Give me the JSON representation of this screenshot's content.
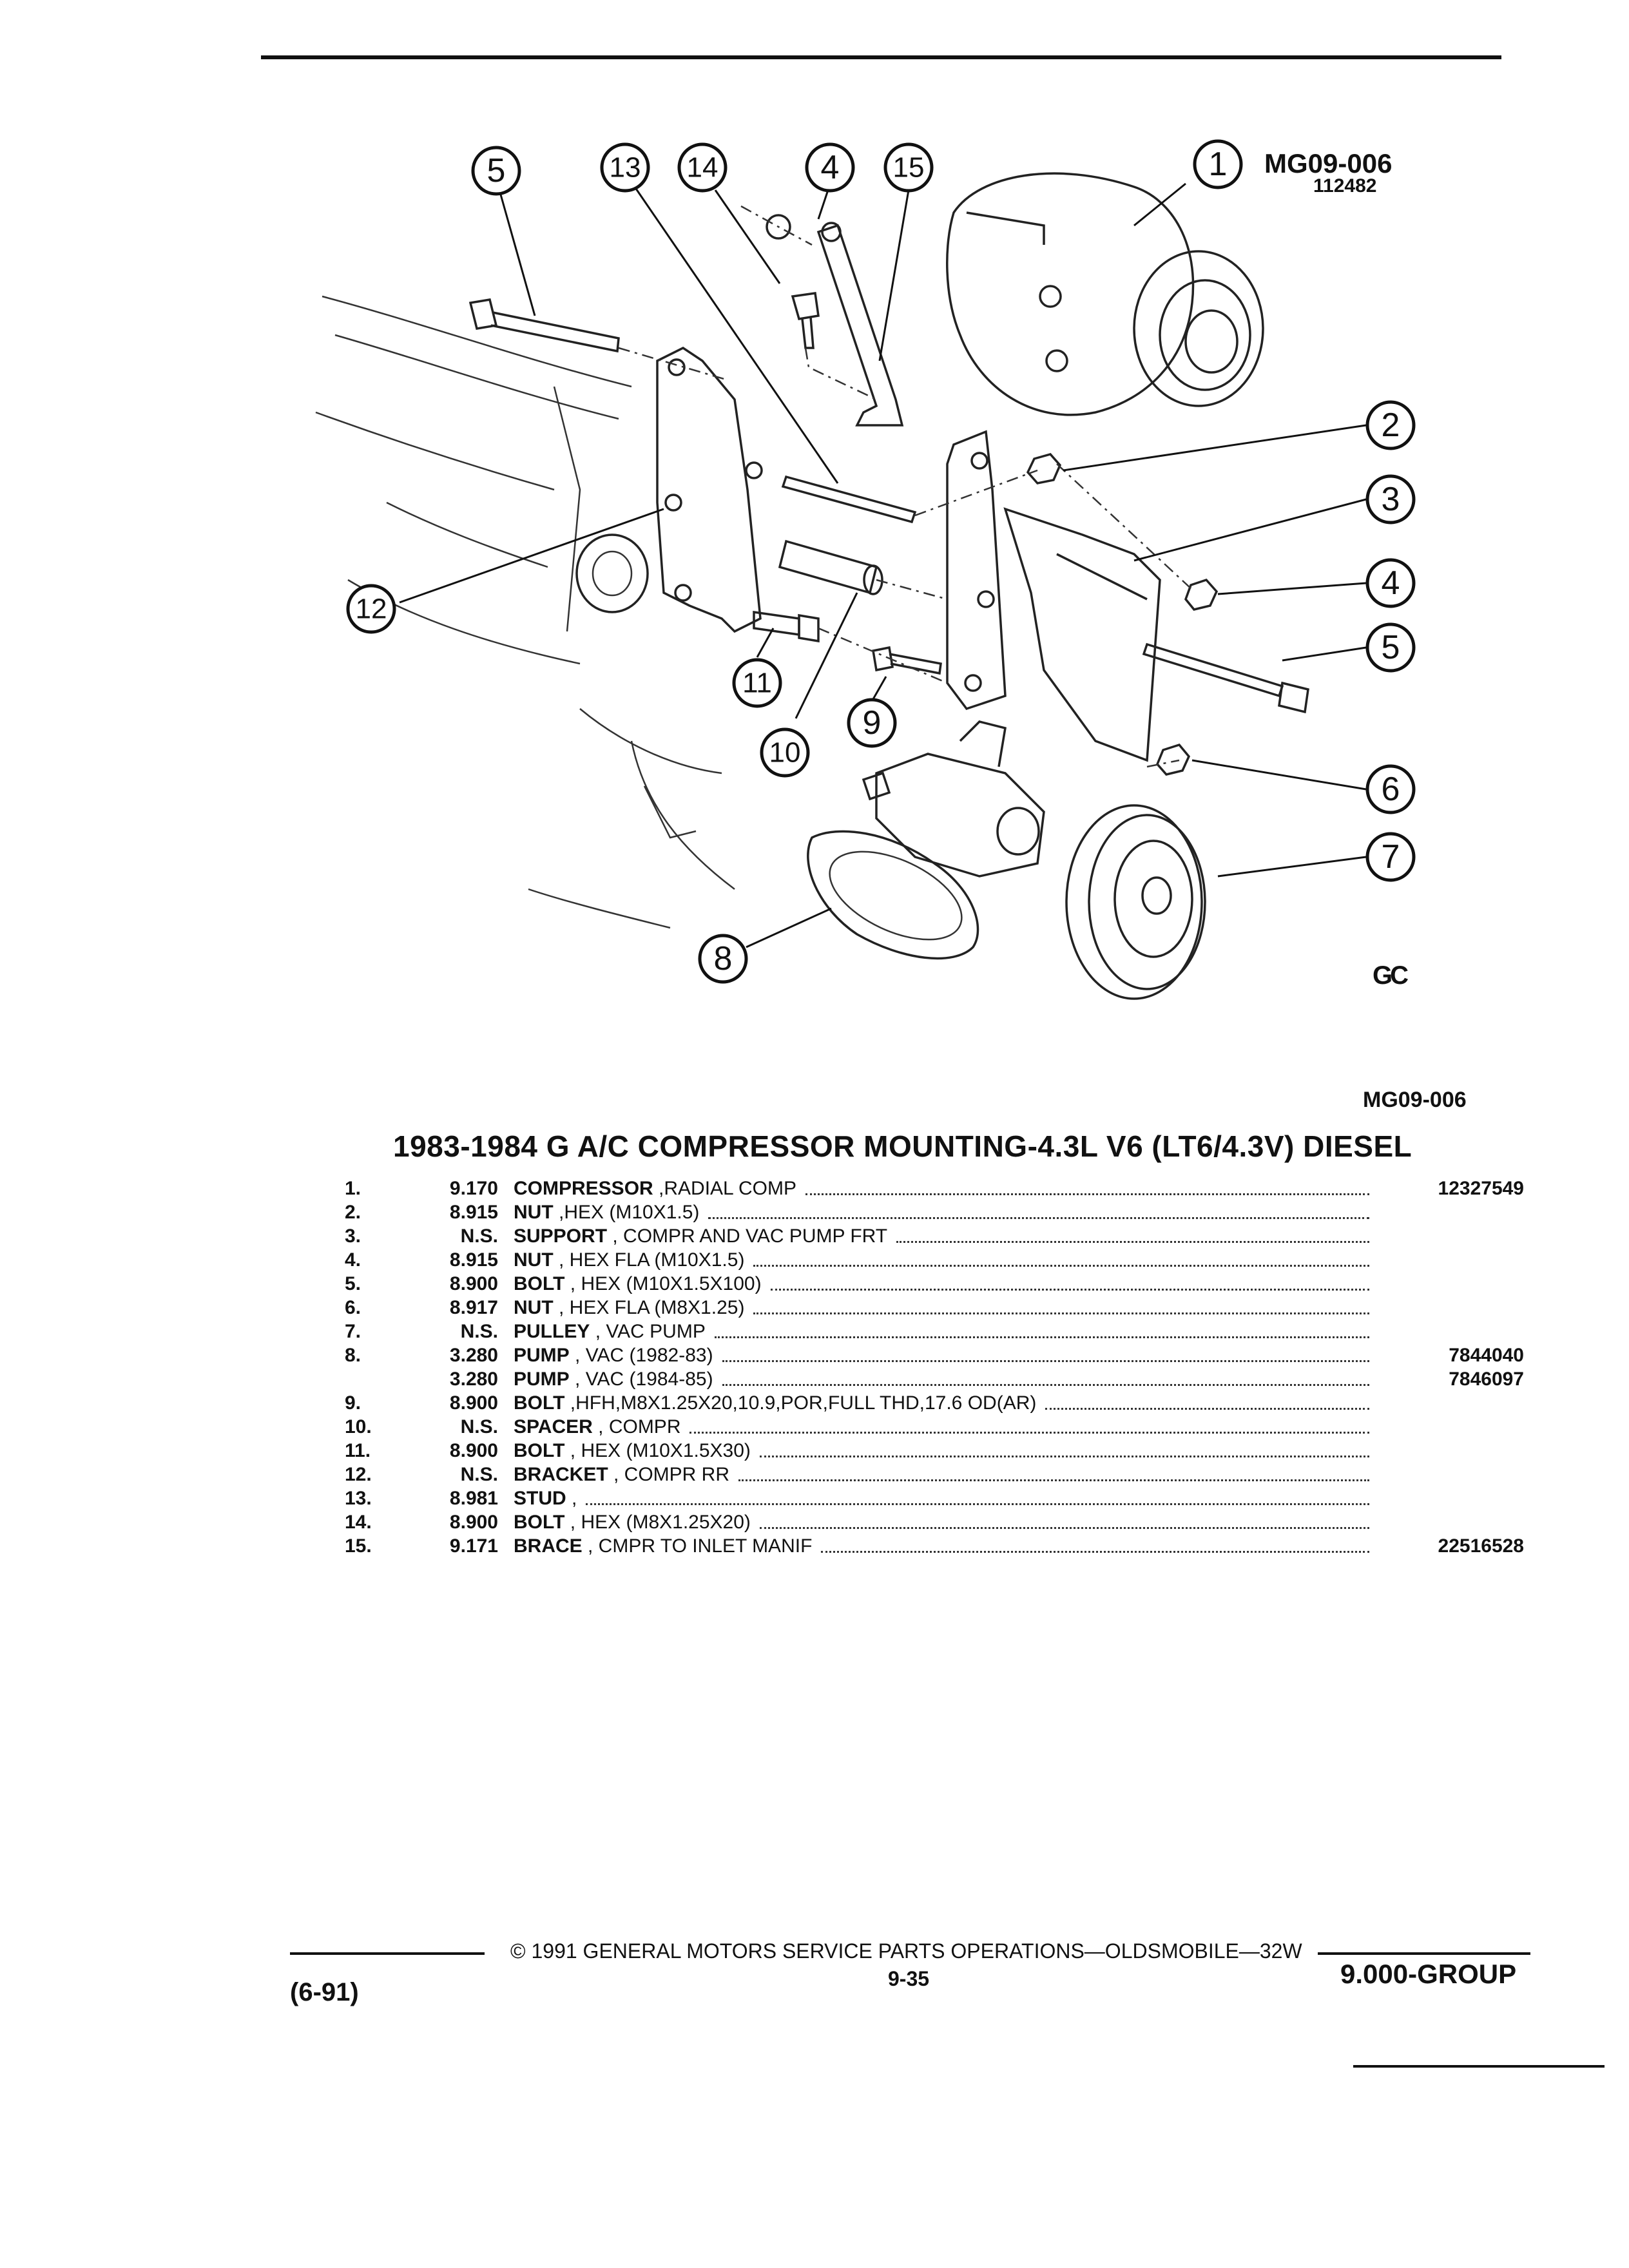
{
  "figure": {
    "id": "MG09-006",
    "number": "112482",
    "code": "MG09-006",
    "logo": "GC",
    "callouts": [
      "1",
      "2",
      "3",
      "4",
      "5",
      "6",
      "7",
      "8",
      "9",
      "10",
      "11",
      "12",
      "13",
      "14",
      "15"
    ]
  },
  "section_title": "1983-1984 G A/C COMPRESSOR MOUNTING-4.3L V6 (LT6/4.3V) DIESEL",
  "parts": [
    {
      "idx": "1.",
      "group": "9.170",
      "name": "COMPRESSOR",
      "detail": " ,RADIAL COMP",
      "part_no": "12327549"
    },
    {
      "idx": "2.",
      "group": "8.915",
      "name": "NUT",
      "detail": " ,HEX (M10X1.5)",
      "part_no": ""
    },
    {
      "idx": "3.",
      "group": "N.S.",
      "name": "SUPPORT",
      "detail": " , COMPR AND VAC PUMP FRT",
      "part_no": ""
    },
    {
      "idx": "4.",
      "group": "8.915",
      "name": "NUT",
      "detail": " , HEX FLA (M10X1.5)",
      "part_no": ""
    },
    {
      "idx": "5.",
      "group": "8.900",
      "name": "BOLT",
      "detail": " , HEX (M10X1.5X100)",
      "part_no": ""
    },
    {
      "idx": "6.",
      "group": "8.917",
      "name": "NUT",
      "detail": " , HEX FLA (M8X1.25)",
      "part_no": ""
    },
    {
      "idx": "7.",
      "group": "N.S.",
      "name": "PULLEY",
      "detail": " , VAC PUMP",
      "part_no": ""
    },
    {
      "idx": "8.",
      "group": "3.280",
      "name": "PUMP",
      "detail": " , VAC (1982-83)",
      "part_no": "7844040"
    },
    {
      "idx": "",
      "group": "3.280",
      "name": "PUMP",
      "detail": " , VAC (1984-85)",
      "part_no": "7846097"
    },
    {
      "idx": "9.",
      "group": "8.900",
      "name": "BOLT",
      "detail": " ,HFH,M8X1.25X20,10.9,POR,FULL THD,17.6 OD(AR)",
      "part_no": ""
    },
    {
      "idx": "10.",
      "group": "N.S.",
      "name": "SPACER",
      "detail": " , COMPR",
      "part_no": ""
    },
    {
      "idx": "11.",
      "group": "8.900",
      "name": "BOLT",
      "detail": " , HEX (M10X1.5X30)",
      "part_no": ""
    },
    {
      "idx": "12.",
      "group": "N.S.",
      "name": "BRACKET",
      "detail": " , COMPR RR",
      "part_no": ""
    },
    {
      "idx": "13.",
      "group": "8.981",
      "name": "STUD",
      "detail": " ,",
      "part_no": ""
    },
    {
      "idx": "14.",
      "group": "8.900",
      "name": "BOLT",
      "detail": " , HEX (M8X1.25X20)",
      "part_no": ""
    },
    {
      "idx": "15.",
      "group": "9.171",
      "name": "BRACE",
      "detail": " , CMPR TO INLET MANIF",
      "part_no": "22516528"
    }
  ],
  "footer": {
    "copyright": "© 1991 GENERAL MOTORS SERVICE PARTS OPERATIONS—OLDSMOBILE—32W",
    "page": "9-35",
    "date": "(6-91)",
    "group": "9.000-GROUP"
  }
}
